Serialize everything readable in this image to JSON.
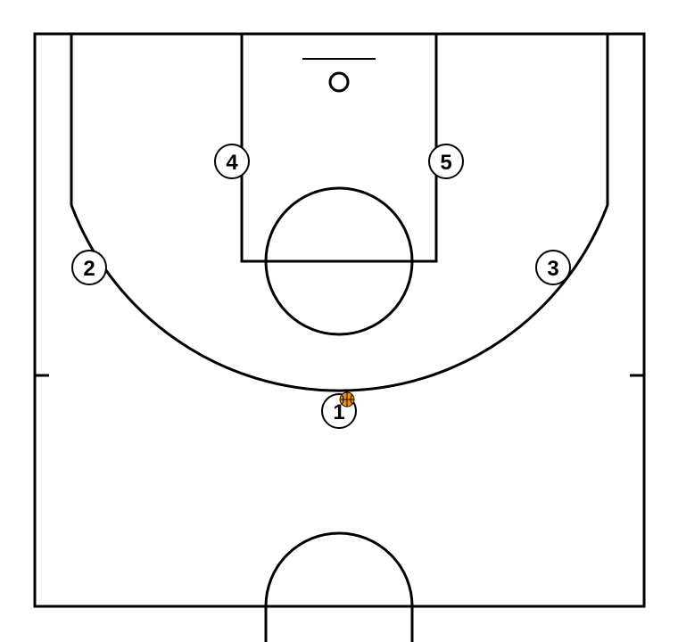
{
  "players": [
    {
      "label": "1",
      "role": "point-guard",
      "has_ball": true
    },
    {
      "label": "2",
      "role": "left-wing",
      "has_ball": false
    },
    {
      "label": "3",
      "role": "right-wing",
      "has_ball": false
    },
    {
      "label": "4",
      "role": "left-post",
      "has_ball": false
    },
    {
      "label": "5",
      "role": "right-post",
      "has_ball": false
    }
  ],
  "colors": {
    "lines": "#000000",
    "background": "#ffffff",
    "ball": "#e8901a"
  }
}
